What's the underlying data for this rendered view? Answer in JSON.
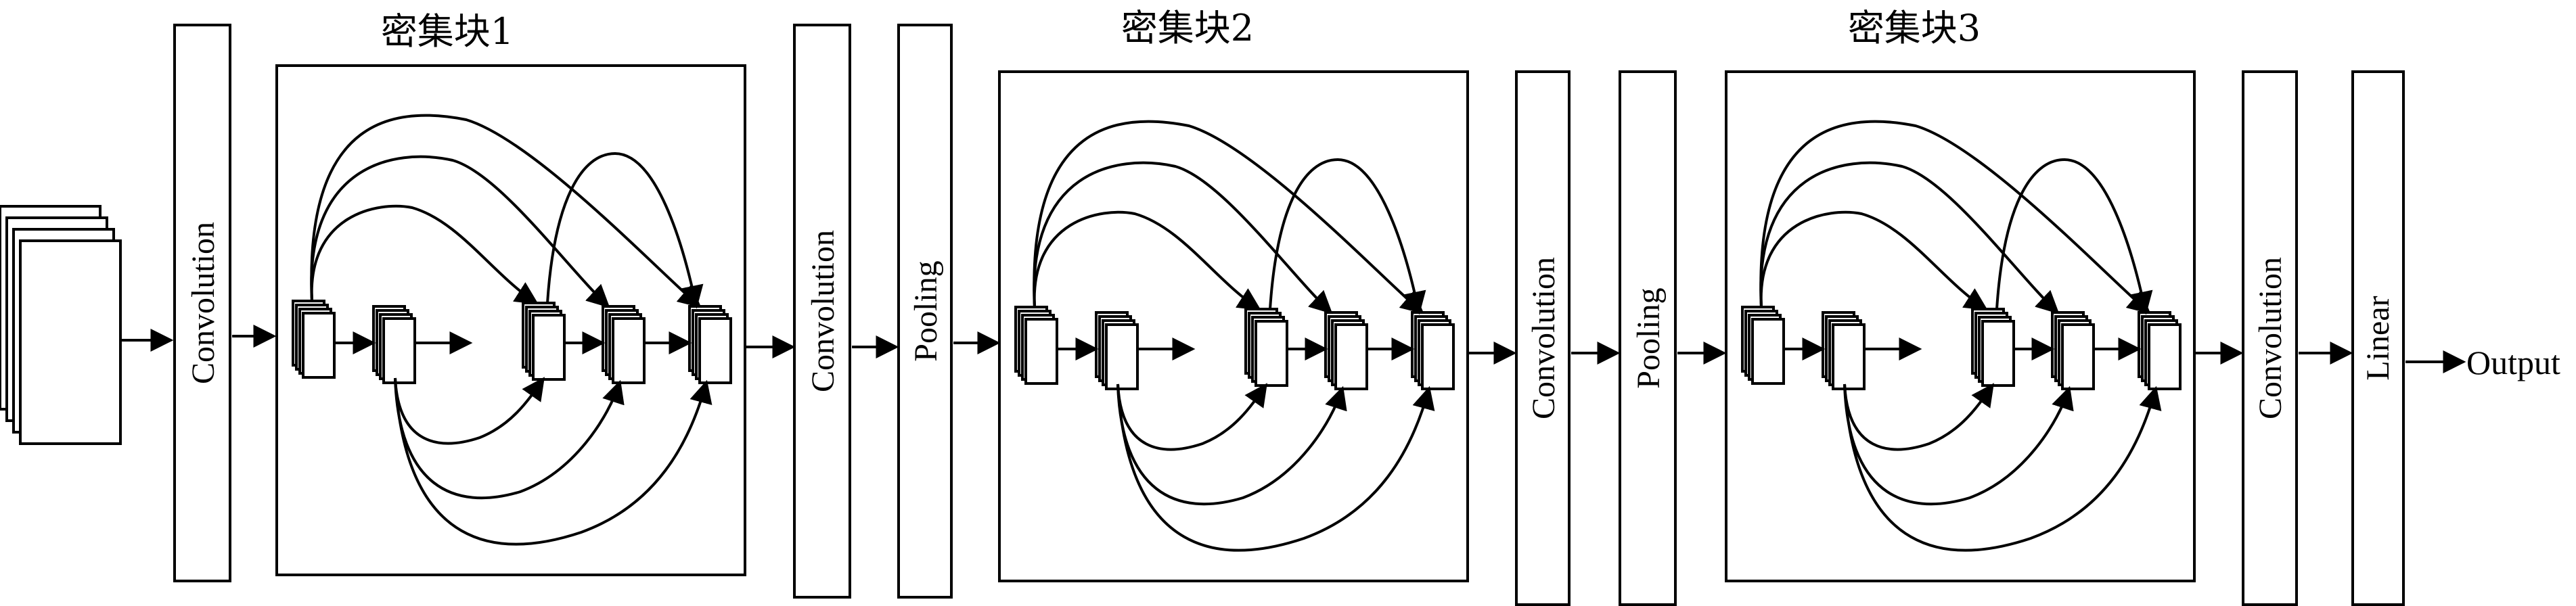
{
  "blocks": [
    {
      "title": "密集块1"
    },
    {
      "title": "密集块2"
    },
    {
      "title": "密集块3"
    }
  ],
  "layers": {
    "conv1": "Convolution",
    "conv2": "Convolution",
    "pool1": "Pooling",
    "conv3": "Convolution",
    "pool2": "Pooling",
    "conv4": "Convolution",
    "linear": "Linear"
  },
  "output_label": "Output",
  "colors": {
    "stroke": "#000000",
    "fill": "#ffffff"
  }
}
